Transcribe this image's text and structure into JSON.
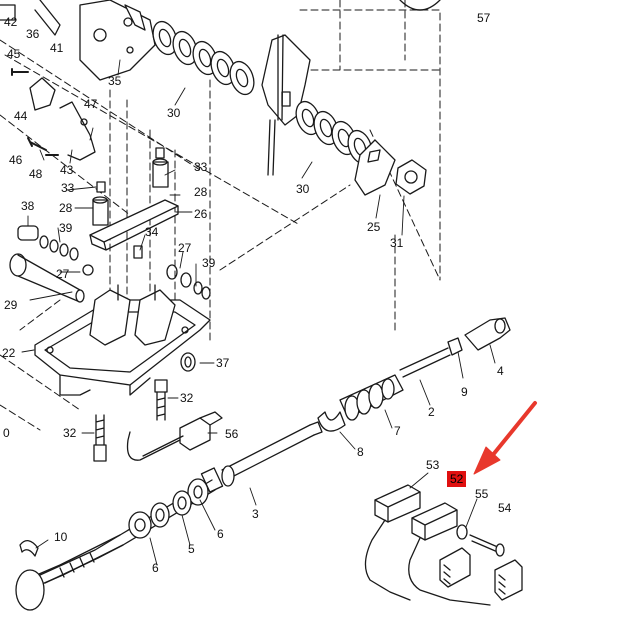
{
  "colors": {
    "line": "#1a1a1a",
    "highlight": "#e01010",
    "arrow": "#e8382c"
  },
  "highlight_label": "52",
  "labels": {
    "l42": "42",
    "l36": "36",
    "l41": "41",
    "l35": "35",
    "l57": "57",
    "l45": "45",
    "l44": "44",
    "l47": "47",
    "l46": "46",
    "l48": "48",
    "l43": "43",
    "l30a": "30",
    "l30b": "30",
    "l25": "25",
    "l31": "31",
    "l33a": "33",
    "l33b": "33",
    "l28a": "28",
    "l28b": "28",
    "l26": "26",
    "l38": "38",
    "l39a": "39",
    "l34": "34",
    "l27a": "27",
    "l27b": "27",
    "l39b": "39",
    "l29": "29",
    "l22": "22",
    "l37": "37",
    "l32a": "32",
    "l32b": "32",
    "l0": "0",
    "l56": "56",
    "l4": "4",
    "l9": "9",
    "l2": "2",
    "l7": "7",
    "l8": "8",
    "l53": "53",
    "l55": "55",
    "l54": "54",
    "l3": "3",
    "l10": "10",
    "l5": "5",
    "l6a": "6",
    "l6b": "6"
  }
}
